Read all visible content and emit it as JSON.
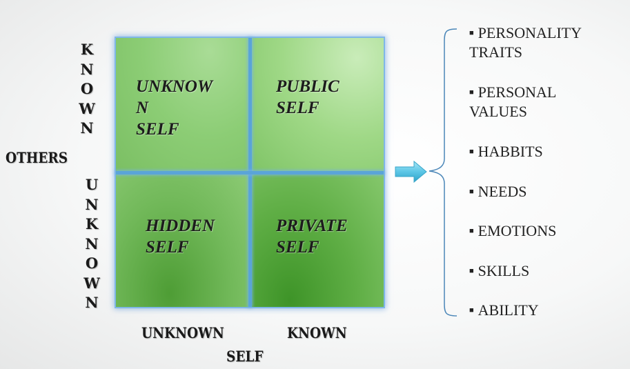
{
  "others_axis": {
    "label": "OTHERS",
    "known": [
      "K",
      "N",
      "O",
      "W",
      "N"
    ],
    "unknown": [
      "U",
      "N",
      "K",
      "N",
      "O",
      "W",
      "N"
    ]
  },
  "self_axis": {
    "label": "SELF",
    "unknown": "UNKNOWN",
    "known": "KNOWN"
  },
  "quadrants": {
    "top_left": [
      "UNKNOW",
      "N",
      "SELF"
    ],
    "top_right": [
      "PUBLIC",
      "SELF"
    ],
    "bottom_left": [
      "HIDDEN",
      "SELF"
    ],
    "bottom_right": [
      "PRIVATE",
      "SELF"
    ]
  },
  "list_items": [
    [
      "PERSONALITY",
      "TRAITS"
    ],
    [
      "PERSONAL",
      "VALUES"
    ],
    [
      "HABBITS"
    ],
    [
      "NEEDS"
    ],
    [
      "EMOTIONS"
    ],
    [
      "SKILLS"
    ],
    [
      "ABILITY"
    ]
  ],
  "colors": {
    "grid_border": "#5aa4d8",
    "arrow": "#5cc6e6"
  },
  "icons": {
    "arrow": "right-arrow-icon",
    "brace": "left-brace-icon",
    "bullet": "square-bullet-icon"
  }
}
